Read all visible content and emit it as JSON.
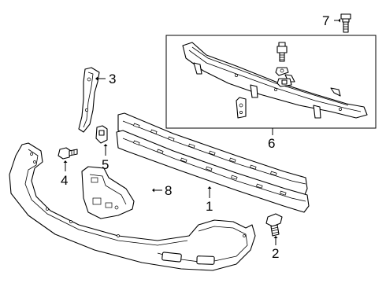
{
  "diagram": {
    "callouts": [
      {
        "id": "1",
        "label": "1",
        "part": "impact-bar"
      },
      {
        "id": "2",
        "label": "2",
        "part": "bolt-lower"
      },
      {
        "id": "3",
        "label": "3",
        "part": "bracket-vertical"
      },
      {
        "id": "4",
        "label": "4",
        "part": "bolt-left"
      },
      {
        "id": "5",
        "label": "5",
        "part": "clip"
      },
      {
        "id": "6",
        "label": "6",
        "part": "reinforcement-assembly"
      },
      {
        "id": "7",
        "label": "7",
        "part": "bolt-top"
      },
      {
        "id": "8",
        "label": "8",
        "part": "bracket-lower"
      }
    ]
  },
  "colors": {
    "line": "#000000",
    "background": "#ffffff"
  }
}
